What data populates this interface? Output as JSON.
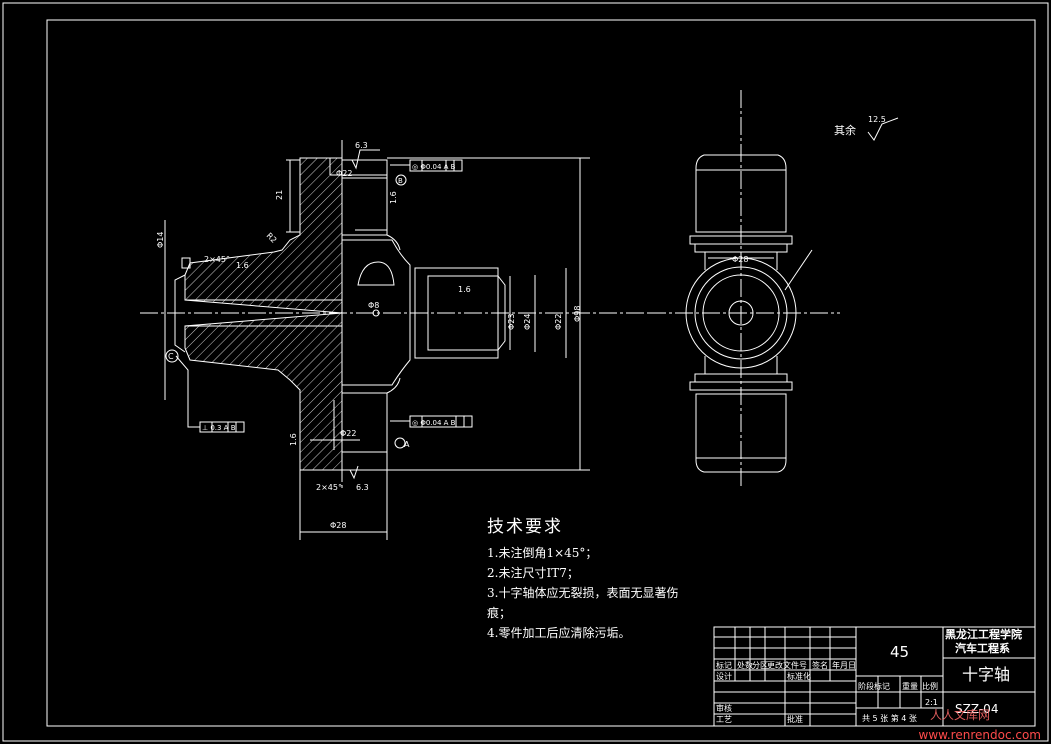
{
  "drawing": {
    "colors": {
      "line": "#ffffff",
      "background": "#000000",
      "watermark": "#ff4b4b"
    },
    "roughness_note": {
      "label": "其余",
      "value": "12.5"
    },
    "front_view_labels": {
      "ra_top": "6.3",
      "ra_bottom": "6.3",
      "dim_height_left": "21",
      "dim_dia_top": "Φ22",
      "dim_dia_left": "Φ14",
      "dim_dia_center": "Φ8",
      "dim_dia_bore1": "Φ23",
      "dim_dia_bore2": "Φ24",
      "dim_dia_bore3": "Φ22",
      "dim_overall": "Φ98",
      "dim_bottom_dia": "Φ28",
      "dim_bottom_bore": "Φ22",
      "chamfer_left": "2×45°",
      "chamfer_left_small": "1.6",
      "chamfer_bottom": "2×45°",
      "chamfer_right": "1.6",
      "dim_side_top": "1.6",
      "dim_side_bottom": "1.6",
      "fcf_top": "◎ Φ0.04 A B",
      "fcf_bottom": "◎ Φ0.04 A B",
      "fcf_left": "⊥ 0.3 A B",
      "datum_b": "B",
      "datum_a": "A",
      "datum_c": "C",
      "r_label": "R2"
    },
    "side_view_labels": {
      "dim_top": "Φ28"
    }
  },
  "tech_requirements": {
    "title": "技术要求",
    "lines": [
      "1.未注倒角1×45°；",
      "2.未注尺寸IT7；",
      "3.十字轴体应无裂损，表面无显著伤",
      "痕；",
      "4.零件加工后应清除污垢。"
    ]
  },
  "title_block": {
    "material": "45",
    "school_line1": "黑龙江工程学院",
    "school_line2": "汽车工程系",
    "part_name": "十字轴",
    "drawing_number": "SZZ-04",
    "header_labels": [
      "标记",
      "处数",
      "分区",
      "更改文件号",
      "签名",
      "年月日"
    ],
    "row_labels": [
      "设计",
      "标准化",
      "审核",
      "工艺",
      "批准"
    ],
    "stage_labels": [
      "阶段标记",
      "重量",
      "比例"
    ],
    "scale": "2:1",
    "sheet_info": "共 5 张  第 4 张"
  },
  "watermark": {
    "text": "www.renrendoc.com",
    "overlay": "人人文库网"
  }
}
